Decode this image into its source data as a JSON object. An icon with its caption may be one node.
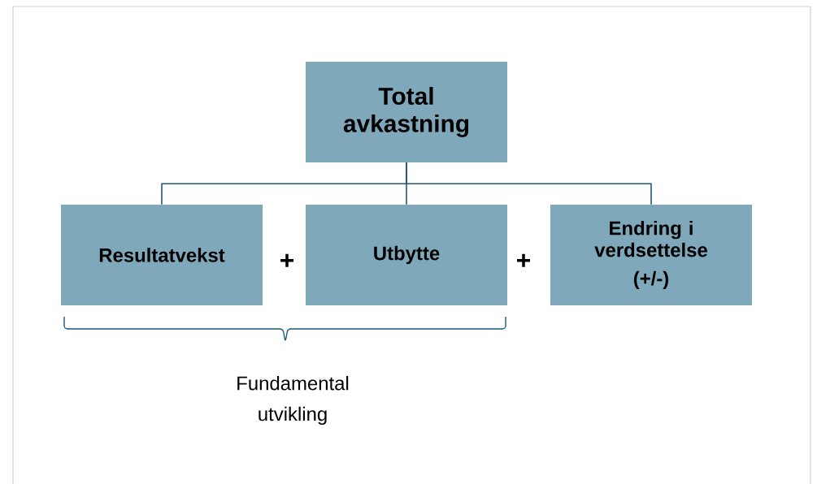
{
  "diagram": {
    "nodes": [
      {
        "text": [
          "Total avkastning"
        ]
      },
      {
        "text": [
          "Resultatvekst"
        ]
      },
      {
        "text": [
          "Utbytte"
        ]
      },
      {
        "text": [
          "Endring i verdsettelse",
          "(+/-)"
        ]
      }
    ],
    "edges": [
      {
        "from": 0,
        "to": 1,
        "arrow": "none"
      },
      {
        "from": 0,
        "to": 2,
        "arrow": "none"
      },
      {
        "from": 0,
        "to": 3,
        "arrow": "none"
      }
    ],
    "labels": [
      "+",
      "+",
      "Fundamental utvikling"
    ]
  }
}
